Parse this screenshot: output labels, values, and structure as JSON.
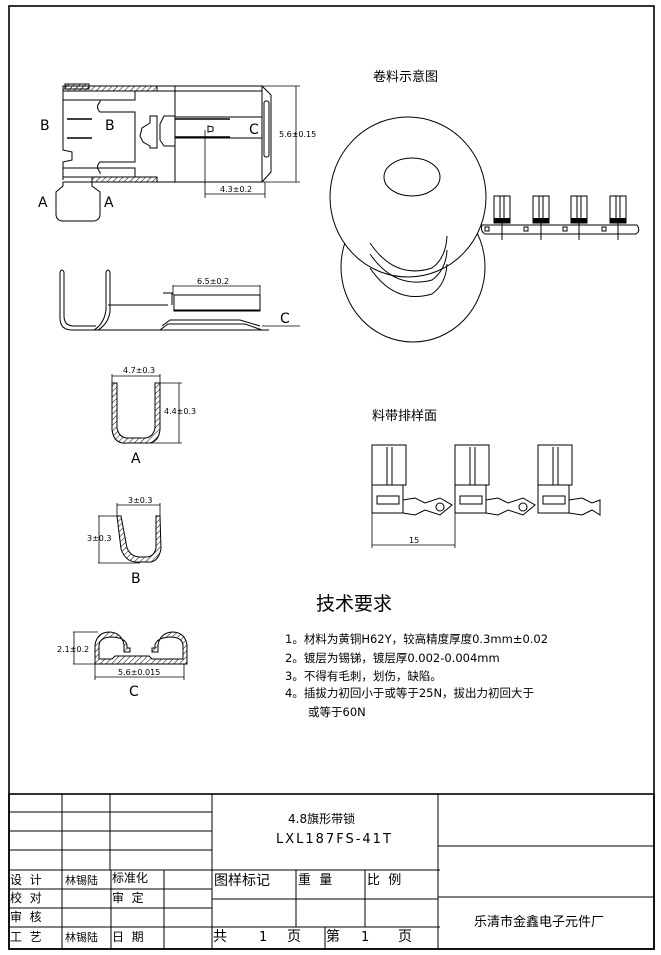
{
  "drawing": {
    "top_view": {
      "section_labels": {
        "a_left": "A",
        "a_right": "A",
        "b_left": "B",
        "b_right": "B",
        "c": "C"
      },
      "dim_height": "5.6±0.15",
      "dim_slot": "4.3±0.2"
    },
    "side_view": {
      "dim_length": "6.5±0.2",
      "section_label": "C"
    },
    "section_a": {
      "dim_width": "4.7±0.3",
      "dim_height": "4.4±0.3",
      "label": "A"
    },
    "section_b": {
      "dim_width": "3±0.3",
      "dim_height": "3±0.3",
      "label": "B"
    },
    "section_c": {
      "dim_height": "2.1±0.2",
      "dim_width": "5.6±0.015",
      "label": "C"
    },
    "reel": {
      "title": "卷料示意图"
    },
    "strip": {
      "title": "料带排样面",
      "dim_pitch": "15"
    }
  },
  "tech_requirements": {
    "title": "技术要求",
    "items": [
      "1。材料为黄铜H62Y，较高精度厚度0.3mm±0.02",
      "2。镀层为锡锑，镀层厚0.002-0.004mm",
      "3。不得有毛刺，划伤，缺陷。",
      "4。插拔力初回小于或等于25N，拔出力初回大于",
      "或等于60N"
    ]
  },
  "title_block": {
    "product_name": "4.8旗形带锁",
    "part_number": "LXL187FS-41T",
    "roles": {
      "design": "设  计",
      "check": "校  对",
      "review": "审  核",
      "process": "工  艺",
      "standardize": "标准化",
      "approve": "审  定",
      "date": "日  期"
    },
    "people": {
      "designer": "林锡陆",
      "process_engineer": "林锡陆"
    },
    "headers": {
      "mark": "图样标记",
      "weight": "重  量",
      "scale": "比  例"
    },
    "pages": {
      "total_prefix": "共",
      "total": "1",
      "total_suffix": "页",
      "current_prefix": "第",
      "current": "1",
      "current_suffix": "页"
    },
    "company": "乐清市金鑫电子元件厂"
  }
}
